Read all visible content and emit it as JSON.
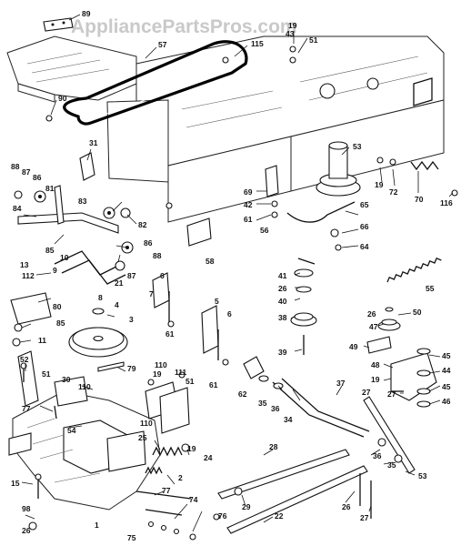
{
  "watermark": "AppliancePartsPros.com",
  "callouts": [
    {
      "id": "c89",
      "text": "89"
    },
    {
      "id": "c57",
      "text": "57"
    },
    {
      "id": "c115",
      "text": "115"
    },
    {
      "id": "c19a",
      "text": "19"
    },
    {
      "id": "c43",
      "text": "43"
    },
    {
      "id": "c51a",
      "text": "51"
    },
    {
      "id": "c90",
      "text": "90"
    },
    {
      "id": "c31",
      "text": "31"
    },
    {
      "id": "c53",
      "text": "53"
    },
    {
      "id": "c88",
      "text": "88"
    },
    {
      "id": "c87a",
      "text": "87"
    },
    {
      "id": "c86a",
      "text": "86"
    },
    {
      "id": "c81",
      "text": "81"
    },
    {
      "id": "c83",
      "text": "83"
    },
    {
      "id": "c82",
      "text": "82"
    },
    {
      "id": "c84",
      "text": "84"
    },
    {
      "id": "c85a",
      "text": "85"
    },
    {
      "id": "c86b",
      "text": "86"
    },
    {
      "id": "c88b",
      "text": "88"
    },
    {
      "id": "c87b",
      "text": "87"
    },
    {
      "id": "c13",
      "text": "13"
    },
    {
      "id": "c112",
      "text": "112"
    },
    {
      "id": "c10",
      "text": "10"
    },
    {
      "id": "c9",
      "text": "9"
    },
    {
      "id": "c21",
      "text": "21"
    },
    {
      "id": "c8",
      "text": "8"
    },
    {
      "id": "c80",
      "text": "80"
    },
    {
      "id": "c85b",
      "text": "85"
    },
    {
      "id": "c11",
      "text": "11"
    },
    {
      "id": "c4",
      "text": "4"
    },
    {
      "id": "c3",
      "text": "3"
    },
    {
      "id": "c79",
      "text": "79"
    },
    {
      "id": "c52",
      "text": "52"
    },
    {
      "id": "c51b",
      "text": "51"
    },
    {
      "id": "c30",
      "text": "30"
    },
    {
      "id": "c110a",
      "text": "110"
    },
    {
      "id": "c77a",
      "text": "77"
    },
    {
      "id": "c54",
      "text": "54"
    },
    {
      "id": "c15",
      "text": "15"
    },
    {
      "id": "c98",
      "text": "98"
    },
    {
      "id": "c26a",
      "text": "26"
    },
    {
      "id": "c1",
      "text": "1"
    },
    {
      "id": "c58",
      "text": "58"
    },
    {
      "id": "c6a",
      "text": "6"
    },
    {
      "id": "c7",
      "text": "7"
    },
    {
      "id": "c61a",
      "text": "61"
    },
    {
      "id": "c5",
      "text": "5"
    },
    {
      "id": "c6b",
      "text": "6"
    },
    {
      "id": "c61b",
      "text": "61"
    },
    {
      "id": "c110b",
      "text": "110"
    },
    {
      "id": "c19b",
      "text": "19"
    },
    {
      "id": "c111",
      "text": "111"
    },
    {
      "id": "c51c",
      "text": "51"
    },
    {
      "id": "c110c",
      "text": "110"
    },
    {
      "id": "c25",
      "text": "25"
    },
    {
      "id": "c19c",
      "text": "19"
    },
    {
      "id": "c24",
      "text": "24"
    },
    {
      "id": "c2",
      "text": "2"
    },
    {
      "id": "c77b",
      "text": "77"
    },
    {
      "id": "c74",
      "text": "74"
    },
    {
      "id": "c75",
      "text": "75"
    },
    {
      "id": "c76",
      "text": "76"
    },
    {
      "id": "c69",
      "text": "69"
    },
    {
      "id": "c42",
      "text": "42"
    },
    {
      "id": "c61c",
      "text": "61"
    },
    {
      "id": "c56",
      "text": "56"
    },
    {
      "id": "c65",
      "text": "65"
    },
    {
      "id": "c66",
      "text": "66"
    },
    {
      "id": "c64",
      "text": "64"
    },
    {
      "id": "c41",
      "text": "41"
    },
    {
      "id": "c26b",
      "text": "26"
    },
    {
      "id": "c40",
      "text": "40"
    },
    {
      "id": "c39",
      "text": "39"
    },
    {
      "id": "c38",
      "text": "38"
    },
    {
      "id": "c62",
      "text": "62"
    },
    {
      "id": "c35a",
      "text": "35"
    },
    {
      "id": "c36a",
      "text": "36"
    },
    {
      "id": "c34",
      "text": "34"
    },
    {
      "id": "c37",
      "text": "37"
    },
    {
      "id": "c28",
      "text": "28"
    },
    {
      "id": "c29",
      "text": "29"
    },
    {
      "id": "c22",
      "text": "22"
    },
    {
      "id": "c26c",
      "text": "26"
    },
    {
      "id": "c36b",
      "text": "36"
    },
    {
      "id": "c35b",
      "text": "35"
    },
    {
      "id": "c27a",
      "text": "27"
    },
    {
      "id": "c53b",
      "text": "53"
    },
    {
      "id": "c19d",
      "text": "19"
    },
    {
      "id": "c72",
      "text": "72"
    },
    {
      "id": "c70",
      "text": "70"
    },
    {
      "id": "c116",
      "text": "116"
    },
    {
      "id": "c55",
      "text": "55"
    },
    {
      "id": "c26d",
      "text": "26"
    },
    {
      "id": "c50",
      "text": "50"
    },
    {
      "id": "c47",
      "text": "47"
    },
    {
      "id": "c49",
      "text": "49"
    },
    {
      "id": "c48",
      "text": "48"
    },
    {
      "id": "c19e",
      "text": "19"
    },
    {
      "id": "c27b",
      "text": "27"
    },
    {
      "id": "c45a",
      "text": "45"
    },
    {
      "id": "c44",
      "text": "44"
    },
    {
      "id": "c45b",
      "text": "45"
    },
    {
      "id": "c46",
      "text": "46"
    },
    {
      "id": "c27c",
      "text": "27"
    }
  ]
}
